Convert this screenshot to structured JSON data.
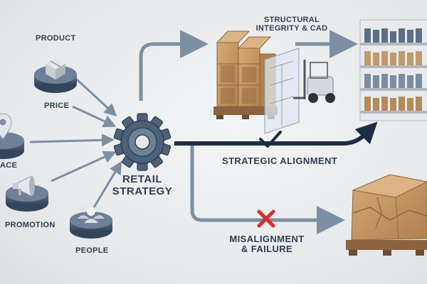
{
  "inputs": {
    "product": "PRODUCT",
    "price": "PRICE",
    "place": "ACE",
    "promotion": "PROMOTION",
    "people": "PEOPLE"
  },
  "hub": {
    "line1": "RETAIL",
    "line2": "STRATEGY"
  },
  "outcomes": {
    "cad_line1": "STRUCTURAL",
    "cad_line2": "INTEGRITY & CAD",
    "aligned": "STRATEGIC ALIGNMENT",
    "misaligned_line1": "MISALIGNMENT",
    "misaligned_line2": "& FAILURE"
  },
  "colors": {
    "arrow": "#7c8fa3",
    "dark_arrow": "#1c2d45",
    "text": "#2f3e52",
    "cardboard": "#c89a66",
    "fail_x": "#d32f2f"
  },
  "icons": [
    "box-icon",
    "location-pin-icon",
    "megaphone-icon",
    "people-icon",
    "gear-icon",
    "checkmark-icon",
    "x-mark-icon"
  ]
}
